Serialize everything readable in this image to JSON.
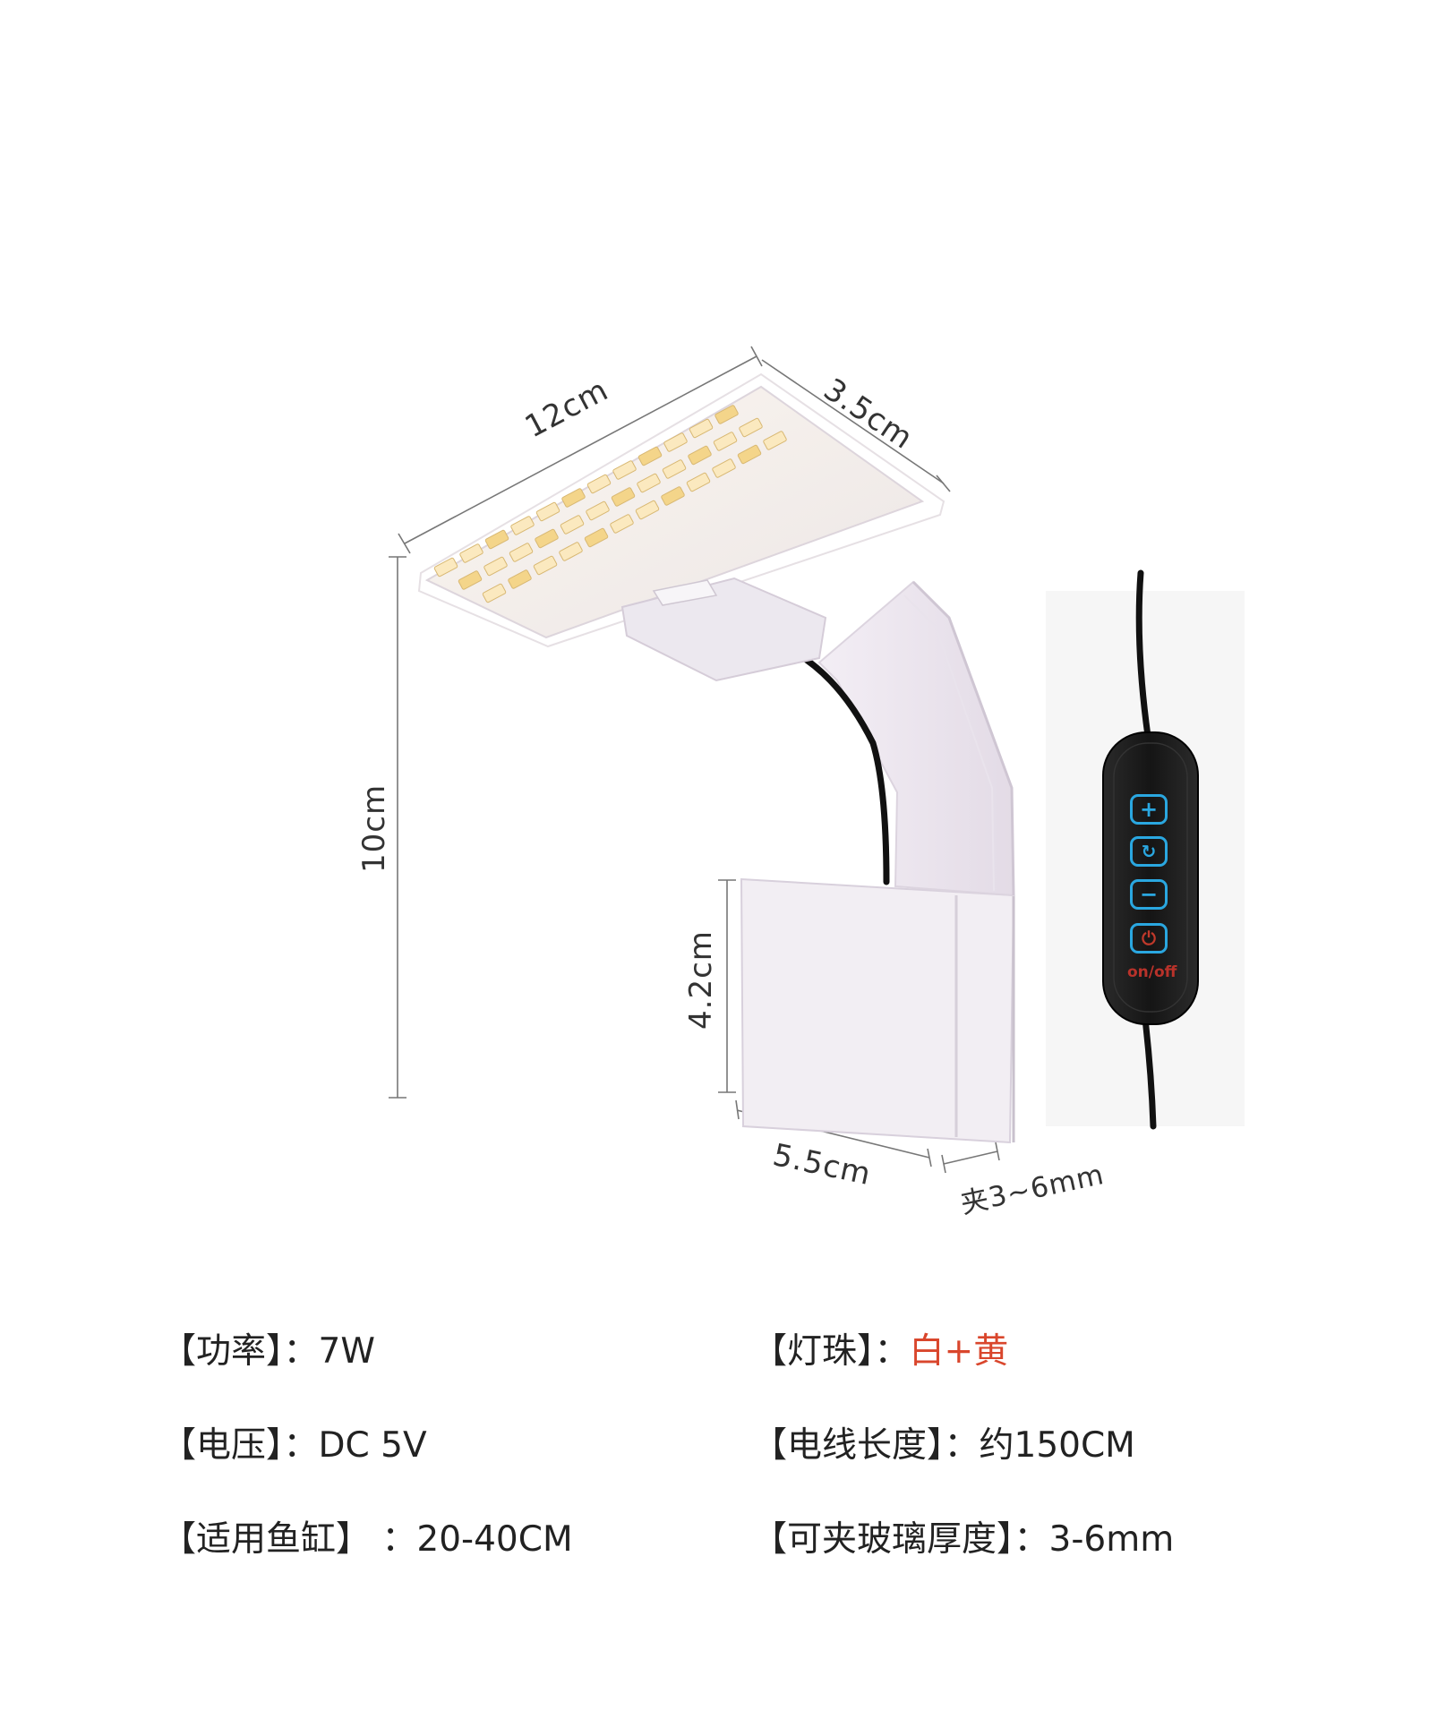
{
  "dimensions": {
    "panel_length": "12cm",
    "panel_width": "3.5cm",
    "total_height": "10cm",
    "clip_height": "4.2cm",
    "clip_width": "5.5cm",
    "clip_range": "夹3~6mm"
  },
  "controller": {
    "buttons": [
      "plus-icon",
      "cycle-icon",
      "minus-icon",
      "power-icon"
    ],
    "power_label": "on/off",
    "button_color": "#2aa7e0",
    "power_color": "#c0392b"
  },
  "specs": {
    "power": {
      "label": "【功率】：",
      "value": "7W"
    },
    "beads": {
      "label": "【灯珠】：",
      "value": "白+黄",
      "value_color": "#d9462c"
    },
    "voltage": {
      "label": "【电压】：",
      "value": "DC 5V"
    },
    "cable": {
      "label": "【电线长度】：",
      "value": "约150CM"
    },
    "tank": {
      "label": "【适用鱼缸】 ：",
      "value": "20-40CM"
    },
    "glass": {
      "label": "【可夹玻璃厚度】：",
      "value": "3-6mm"
    }
  }
}
